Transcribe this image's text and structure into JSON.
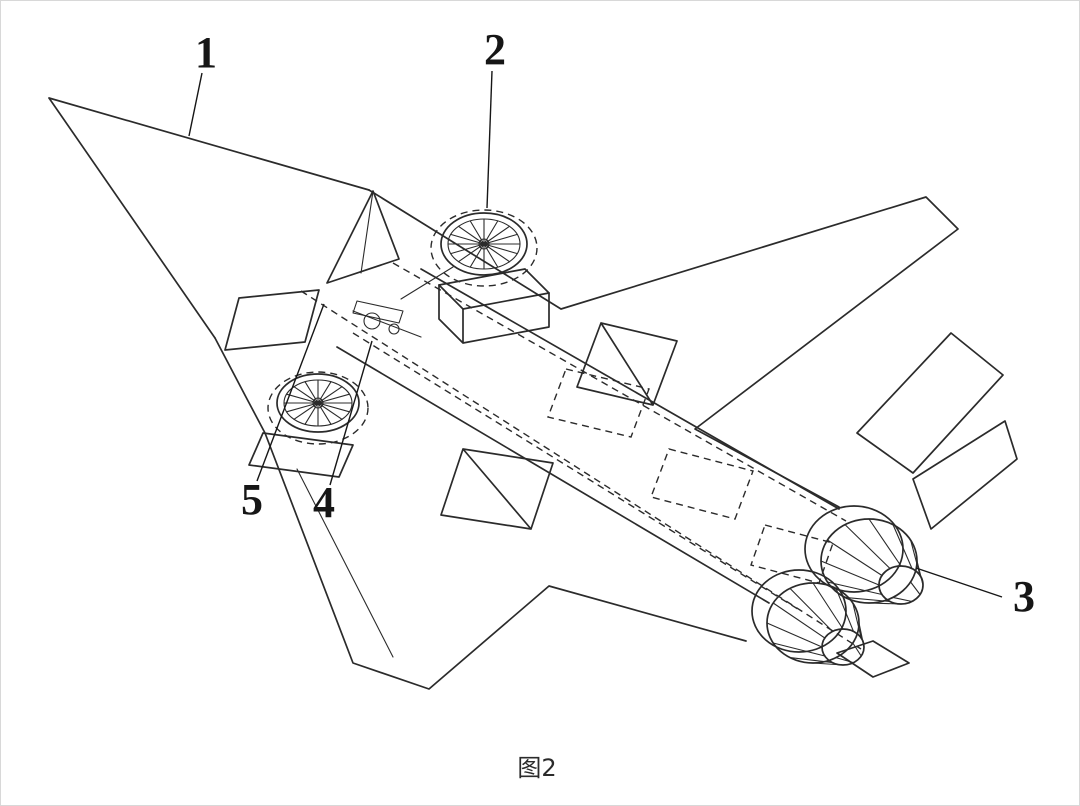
{
  "figure": {
    "caption": "图2",
    "labels": [
      {
        "text": "1"
      },
      {
        "text": "2"
      },
      {
        "text": "3"
      },
      {
        "text": "4"
      },
      {
        "text": "5"
      }
    ]
  },
  "colors": {
    "line": "#2b2b2b",
    "background": "#ffffff",
    "border": "#d8d8d8",
    "label_text": "#161616"
  }
}
